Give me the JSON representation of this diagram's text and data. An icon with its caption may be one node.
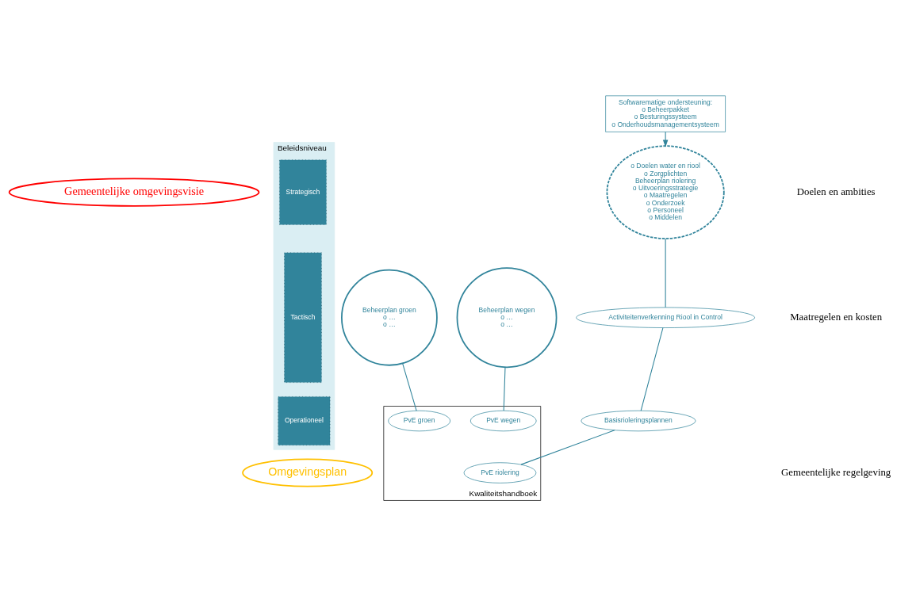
{
  "diagram": {
    "nodes": [
      {
        "text": [
          "Gemeentelijke omgevingsvisie"
        ]
      },
      {
        "text": [
          "o Doelen water en riool",
          "o Zorgplichten",
          "Beheerplan riolering",
          "o Uitvoeringsstrategie",
          "o Maatregelen",
          "o Onderzoek",
          "o Personeel",
          "o Middelen"
        ]
      },
      {
        "text": [
          "Beheerplan wegen",
          "o …",
          "o …"
        ]
      },
      {
        "text": [
          "Beheerplan groen",
          "o …",
          "o …"
        ]
      },
      {
        "text": [
          "Softwarematige ondersteuning:",
          "o Beheerpakket",
          "o Besturingssysteem",
          "o Onderhoudsmanagementsysteem"
        ]
      },
      {
        "text": [
          "Activiteitenverkenning Riool in Control"
        ]
      },
      {
        "text": [
          "Basisrioleringsplannen"
        ]
      },
      {
        "text": [
          "Kwaliteitshandboek"
        ]
      },
      {
        "text": [
          "PvE riolering"
        ],
        "in": 7
      },
      {
        "text": [
          "PvE wegen"
        ],
        "in": 7
      },
      {
        "text": [
          "PvE groen"
        ],
        "in": 7
      },
      {
        "text": [
          "Omgevingsplan"
        ]
      },
      {
        "text": [
          "Beleidsniveau"
        ]
      },
      {
        "text": [
          "Strategisch"
        ],
        "in": 12
      },
      {
        "text": [
          "Tactisch"
        ],
        "in": 12
      },
      {
        "text": [
          "Operationeel"
        ],
        "in": 12
      }
    ],
    "edges": [
      {
        "from": 4,
        "to": 1,
        "arrow": "to"
      },
      {
        "from": 1,
        "to": 5,
        "arrow": "none"
      },
      {
        "from": 5,
        "to": 6,
        "arrow": "none"
      },
      {
        "from": 6,
        "to": 8,
        "arrow": "none"
      },
      {
        "from": 2,
        "to": 9,
        "arrow": "none"
      },
      {
        "from": 3,
        "to": 10,
        "arrow": "none"
      }
    ],
    "labels": [
      "Doelen en ambities",
      "Maatregelen en kosten",
      "Gemeentelijke regelgeving"
    ]
  }
}
